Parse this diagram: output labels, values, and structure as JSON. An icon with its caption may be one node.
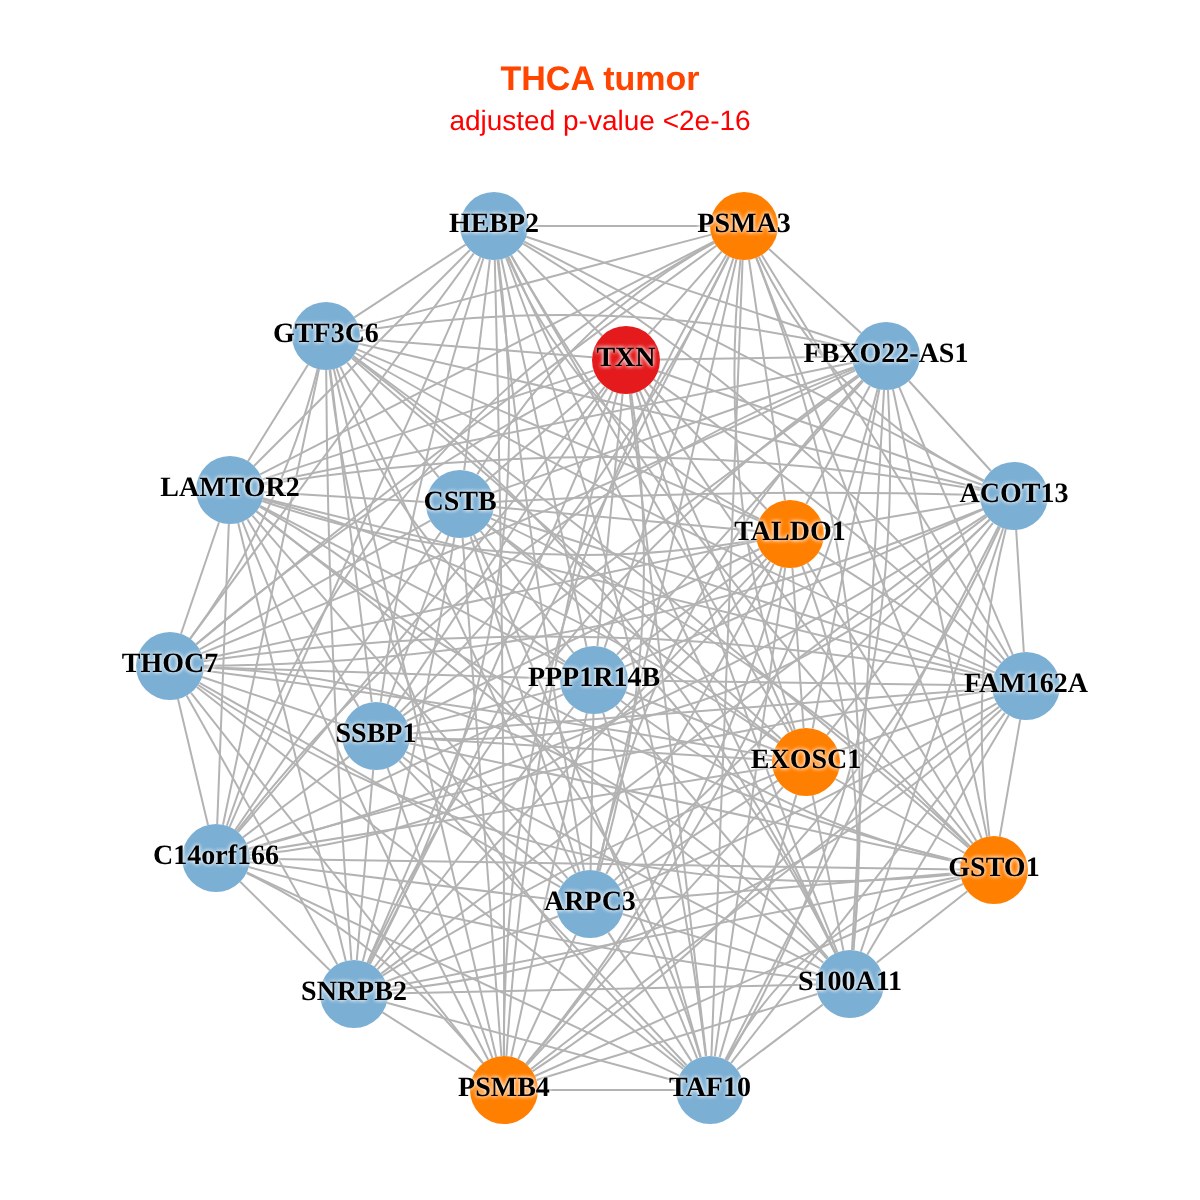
{
  "diagram": {
    "title": "THCA tumor",
    "caption": "adjusted p-value <2e-16",
    "nodes": [
      {
        "text": [
          "HEBP2"
        ]
      },
      {
        "text": [
          "PSMA3"
        ]
      },
      {
        "text": [
          "GTF3C6"
        ]
      },
      {
        "text": [
          "TXN"
        ]
      },
      {
        "text": [
          "FBXO22-AS1"
        ]
      },
      {
        "text": [
          "LAMTOR2"
        ]
      },
      {
        "text": [
          "CSTB"
        ]
      },
      {
        "text": [
          "ACOT13"
        ]
      },
      {
        "text": [
          "TALDO1"
        ]
      },
      {
        "text": [
          "THOC7"
        ]
      },
      {
        "text": [
          "PPP1R14B"
        ]
      },
      {
        "text": [
          "FAM162A"
        ]
      },
      {
        "text": [
          "SSBP1"
        ]
      },
      {
        "text": [
          "EXOSC1"
        ]
      },
      {
        "text": [
          "C14orf166"
        ]
      },
      {
        "text": [
          "GSTO1"
        ]
      },
      {
        "text": [
          "ARPC3"
        ]
      },
      {
        "text": [
          "SNRPB2"
        ]
      },
      {
        "text": [
          "S100A11"
        ]
      },
      {
        "text": [
          "PSMB4"
        ]
      },
      {
        "text": [
          "TAF10"
        ]
      }
    ],
    "edges": [
      {
        "from": 0,
        "to": 1,
        "arrow": "none"
      },
      {
        "from": 0,
        "to": 2,
        "arrow": "none"
      },
      {
        "from": 0,
        "to": 3,
        "arrow": "none"
      },
      {
        "from": 0,
        "to": 4,
        "arrow": "none"
      },
      {
        "from": 0,
        "to": 5,
        "arrow": "none"
      },
      {
        "from": 0,
        "to": 6,
        "arrow": "none"
      },
      {
        "from": 0,
        "to": 7,
        "arrow": "none"
      },
      {
        "from": 0,
        "to": 8,
        "arrow": "none"
      },
      {
        "from": 0,
        "to": 9,
        "arrow": "none"
      },
      {
        "from": 0,
        "to": 10,
        "arrow": "none"
      },
      {
        "from": 0,
        "to": 11,
        "arrow": "none"
      },
      {
        "from": 0,
        "to": 12,
        "arrow": "none"
      },
      {
        "from": 0,
        "to": 13,
        "arrow": "none"
      },
      {
        "from": 0,
        "to": 14,
        "arrow": "none"
      },
      {
        "from": 0,
        "to": 15,
        "arrow": "none"
      },
      {
        "from": 0,
        "to": 16,
        "arrow": "none"
      },
      {
        "from": 0,
        "to": 17,
        "arrow": "none"
      },
      {
        "from": 0,
        "to": 18,
        "arrow": "none"
      },
      {
        "from": 0,
        "to": 19,
        "arrow": "none"
      },
      {
        "from": 0,
        "to": 20,
        "arrow": "none"
      },
      {
        "from": 1,
        "to": 2,
        "arrow": "none"
      },
      {
        "from": 1,
        "to": 3,
        "arrow": "none"
      },
      {
        "from": 1,
        "to": 4,
        "arrow": "none"
      },
      {
        "from": 1,
        "to": 5,
        "arrow": "none"
      },
      {
        "from": 1,
        "to": 6,
        "arrow": "none"
      },
      {
        "from": 1,
        "to": 7,
        "arrow": "none"
      },
      {
        "from": 1,
        "to": 8,
        "arrow": "none"
      },
      {
        "from": 1,
        "to": 9,
        "arrow": "none"
      },
      {
        "from": 1,
        "to": 10,
        "arrow": "none"
      },
      {
        "from": 1,
        "to": 11,
        "arrow": "none"
      },
      {
        "from": 1,
        "to": 12,
        "arrow": "none"
      },
      {
        "from": 1,
        "to": 13,
        "arrow": "none"
      },
      {
        "from": 1,
        "to": 14,
        "arrow": "none"
      },
      {
        "from": 1,
        "to": 15,
        "arrow": "none"
      },
      {
        "from": 1,
        "to": 16,
        "arrow": "none"
      },
      {
        "from": 1,
        "to": 17,
        "arrow": "none"
      },
      {
        "from": 1,
        "to": 18,
        "arrow": "none"
      },
      {
        "from": 1,
        "to": 19,
        "arrow": "none"
      },
      {
        "from": 1,
        "to": 20,
        "arrow": "none"
      },
      {
        "from": 2,
        "to": 3,
        "arrow": "none"
      },
      {
        "from": 2,
        "to": 4,
        "arrow": "none"
      },
      {
        "from": 2,
        "to": 5,
        "arrow": "none"
      },
      {
        "from": 2,
        "to": 6,
        "arrow": "none"
      },
      {
        "from": 2,
        "to": 7,
        "arrow": "none"
      },
      {
        "from": 2,
        "to": 8,
        "arrow": "none"
      },
      {
        "from": 2,
        "to": 9,
        "arrow": "none"
      },
      {
        "from": 2,
        "to": 10,
        "arrow": "none"
      },
      {
        "from": 2,
        "to": 11,
        "arrow": "none"
      },
      {
        "from": 2,
        "to": 12,
        "arrow": "none"
      },
      {
        "from": 2,
        "to": 13,
        "arrow": "none"
      },
      {
        "from": 2,
        "to": 14,
        "arrow": "none"
      },
      {
        "from": 2,
        "to": 15,
        "arrow": "none"
      },
      {
        "from": 2,
        "to": 16,
        "arrow": "none"
      },
      {
        "from": 2,
        "to": 17,
        "arrow": "none"
      },
      {
        "from": 2,
        "to": 18,
        "arrow": "none"
      },
      {
        "from": 2,
        "to": 19,
        "arrow": "none"
      },
      {
        "from": 2,
        "to": 20,
        "arrow": "none"
      },
      {
        "from": 3,
        "to": 4,
        "arrow": "none"
      },
      {
        "from": 3,
        "to": 5,
        "arrow": "none"
      },
      {
        "from": 3,
        "to": 6,
        "arrow": "none"
      },
      {
        "from": 3,
        "to": 7,
        "arrow": "none"
      },
      {
        "from": 3,
        "to": 8,
        "arrow": "none"
      },
      {
        "from": 3,
        "to": 9,
        "arrow": "none"
      },
      {
        "from": 3,
        "to": 10,
        "arrow": "none"
      },
      {
        "from": 3,
        "to": 11,
        "arrow": "none"
      },
      {
        "from": 3,
        "to": 12,
        "arrow": "none"
      },
      {
        "from": 3,
        "to": 13,
        "arrow": "none"
      },
      {
        "from": 3,
        "to": 14,
        "arrow": "none"
      },
      {
        "from": 3,
        "to": 15,
        "arrow": "none"
      },
      {
        "from": 3,
        "to": 16,
        "arrow": "none"
      },
      {
        "from": 3,
        "to": 17,
        "arrow": "none"
      },
      {
        "from": 3,
        "to": 18,
        "arrow": "none"
      },
      {
        "from": 3,
        "to": 19,
        "arrow": "none"
      },
      {
        "from": 3,
        "to": 20,
        "arrow": "none"
      },
      {
        "from": 4,
        "to": 5,
        "arrow": "none"
      },
      {
        "from": 4,
        "to": 6,
        "arrow": "none"
      },
      {
        "from": 4,
        "to": 7,
        "arrow": "none"
      },
      {
        "from": 4,
        "to": 8,
        "arrow": "none"
      },
      {
        "from": 4,
        "to": 9,
        "arrow": "none"
      },
      {
        "from": 4,
        "to": 10,
        "arrow": "none"
      },
      {
        "from": 4,
        "to": 11,
        "arrow": "none"
      },
      {
        "from": 4,
        "to": 12,
        "arrow": "none"
      },
      {
        "from": 4,
        "to": 13,
        "arrow": "none"
      },
      {
        "from": 4,
        "to": 14,
        "arrow": "none"
      },
      {
        "from": 4,
        "to": 15,
        "arrow": "none"
      },
      {
        "from": 4,
        "to": 16,
        "arrow": "none"
      },
      {
        "from": 4,
        "to": 17,
        "arrow": "none"
      },
      {
        "from": 4,
        "to": 18,
        "arrow": "none"
      },
      {
        "from": 4,
        "to": 19,
        "arrow": "none"
      },
      {
        "from": 4,
        "to": 20,
        "arrow": "none"
      },
      {
        "from": 5,
        "to": 6,
        "arrow": "none"
      },
      {
        "from": 5,
        "to": 7,
        "arrow": "none"
      },
      {
        "from": 5,
        "to": 8,
        "arrow": "none"
      },
      {
        "from": 5,
        "to": 9,
        "arrow": "none"
      },
      {
        "from": 5,
        "to": 10,
        "arrow": "none"
      },
      {
        "from": 5,
        "to": 11,
        "arrow": "none"
      },
      {
        "from": 5,
        "to": 12,
        "arrow": "none"
      },
      {
        "from": 5,
        "to": 13,
        "arrow": "none"
      },
      {
        "from": 5,
        "to": 14,
        "arrow": "none"
      },
      {
        "from": 5,
        "to": 15,
        "arrow": "none"
      },
      {
        "from": 5,
        "to": 16,
        "arrow": "none"
      },
      {
        "from": 5,
        "to": 17,
        "arrow": "none"
      },
      {
        "from": 5,
        "to": 18,
        "arrow": "none"
      },
      {
        "from": 5,
        "to": 19,
        "arrow": "none"
      },
      {
        "from": 5,
        "to": 20,
        "arrow": "none"
      },
      {
        "from": 6,
        "to": 7,
        "arrow": "none"
      },
      {
        "from": 6,
        "to": 8,
        "arrow": "none"
      },
      {
        "from": 6,
        "to": 9,
        "arrow": "none"
      },
      {
        "from": 6,
        "to": 10,
        "arrow": "none"
      },
      {
        "from": 6,
        "to": 11,
        "arrow": "none"
      },
      {
        "from": 6,
        "to": 12,
        "arrow": "none"
      },
      {
        "from": 6,
        "to": 13,
        "arrow": "none"
      },
      {
        "from": 6,
        "to": 14,
        "arrow": "none"
      },
      {
        "from": 6,
        "to": 15,
        "arrow": "none"
      },
      {
        "from": 6,
        "to": 16,
        "arrow": "none"
      },
      {
        "from": 6,
        "to": 17,
        "arrow": "none"
      },
      {
        "from": 6,
        "to": 18,
        "arrow": "none"
      },
      {
        "from": 6,
        "to": 19,
        "arrow": "none"
      },
      {
        "from": 6,
        "to": 20,
        "arrow": "none"
      },
      {
        "from": 7,
        "to": 8,
        "arrow": "none"
      },
      {
        "from": 7,
        "to": 9,
        "arrow": "none"
      },
      {
        "from": 7,
        "to": 10,
        "arrow": "none"
      },
      {
        "from": 7,
        "to": 11,
        "arrow": "none"
      },
      {
        "from": 7,
        "to": 12,
        "arrow": "none"
      },
      {
        "from": 7,
        "to": 13,
        "arrow": "none"
      },
      {
        "from": 7,
        "to": 14,
        "arrow": "none"
      },
      {
        "from": 7,
        "to": 15,
        "arrow": "none"
      },
      {
        "from": 7,
        "to": 16,
        "arrow": "none"
      },
      {
        "from": 7,
        "to": 17,
        "arrow": "none"
      },
      {
        "from": 7,
        "to": 18,
        "arrow": "none"
      },
      {
        "from": 7,
        "to": 19,
        "arrow": "none"
      },
      {
        "from": 7,
        "to": 20,
        "arrow": "none"
      },
      {
        "from": 8,
        "to": 9,
        "arrow": "none"
      },
      {
        "from": 8,
        "to": 10,
        "arrow": "none"
      },
      {
        "from": 8,
        "to": 11,
        "arrow": "none"
      },
      {
        "from": 8,
        "to": 12,
        "arrow": "none"
      },
      {
        "from": 8,
        "to": 13,
        "arrow": "none"
      },
      {
        "from": 8,
        "to": 14,
        "arrow": "none"
      },
      {
        "from": 8,
        "to": 15,
        "arrow": "none"
      },
      {
        "from": 8,
        "to": 16,
        "arrow": "none"
      },
      {
        "from": 8,
        "to": 17,
        "arrow": "none"
      },
      {
        "from": 8,
        "to": 18,
        "arrow": "none"
      },
      {
        "from": 8,
        "to": 19,
        "arrow": "none"
      },
      {
        "from": 8,
        "to": 20,
        "arrow": "none"
      },
      {
        "from": 9,
        "to": 10,
        "arrow": "none"
      },
      {
        "from": 9,
        "to": 11,
        "arrow": "none"
      },
      {
        "from": 9,
        "to": 12,
        "arrow": "none"
      },
      {
        "from": 9,
        "to": 13,
        "arrow": "none"
      },
      {
        "from": 9,
        "to": 14,
        "arrow": "none"
      },
      {
        "from": 9,
        "to": 15,
        "arrow": "none"
      },
      {
        "from": 9,
        "to": 16,
        "arrow": "none"
      },
      {
        "from": 9,
        "to": 17,
        "arrow": "none"
      },
      {
        "from": 9,
        "to": 18,
        "arrow": "none"
      },
      {
        "from": 9,
        "to": 19,
        "arrow": "none"
      },
      {
        "from": 9,
        "to": 20,
        "arrow": "none"
      },
      {
        "from": 10,
        "to": 11,
        "arrow": "none"
      },
      {
        "from": 10,
        "to": 12,
        "arrow": "none"
      },
      {
        "from": 10,
        "to": 13,
        "arrow": "none"
      },
      {
        "from": 10,
        "to": 14,
        "arrow": "none"
      },
      {
        "from": 10,
        "to": 15,
        "arrow": "none"
      },
      {
        "from": 10,
        "to": 16,
        "arrow": "none"
      },
      {
        "from": 10,
        "to": 17,
        "arrow": "none"
      },
      {
        "from": 10,
        "to": 18,
        "arrow": "none"
      },
      {
        "from": 10,
        "to": 19,
        "arrow": "none"
      },
      {
        "from": 10,
        "to": 20,
        "arrow": "none"
      },
      {
        "from": 11,
        "to": 12,
        "arrow": "none"
      },
      {
        "from": 11,
        "to": 13,
        "arrow": "none"
      },
      {
        "from": 11,
        "to": 14,
        "arrow": "none"
      },
      {
        "from": 11,
        "to": 15,
        "arrow": "none"
      },
      {
        "from": 11,
        "to": 16,
        "arrow": "none"
      },
      {
        "from": 11,
        "to": 17,
        "arrow": "none"
      },
      {
        "from": 11,
        "to": 18,
        "arrow": "none"
      },
      {
        "from": 11,
        "to": 19,
        "arrow": "none"
      },
      {
        "from": 11,
        "to": 20,
        "arrow": "none"
      },
      {
        "from": 12,
        "to": 13,
        "arrow": "none"
      },
      {
        "from": 12,
        "to": 14,
        "arrow": "none"
      },
      {
        "from": 12,
        "to": 15,
        "arrow": "none"
      },
      {
        "from": 12,
        "to": 16,
        "arrow": "none"
      },
      {
        "from": 12,
        "to": 17,
        "arrow": "none"
      },
      {
        "from": 12,
        "to": 18,
        "arrow": "none"
      },
      {
        "from": 12,
        "to": 19,
        "arrow": "none"
      },
      {
        "from": 12,
        "to": 20,
        "arrow": "none"
      },
      {
        "from": 13,
        "to": 14,
        "arrow": "none"
      },
      {
        "from": 13,
        "to": 15,
        "arrow": "none"
      },
      {
        "from": 13,
        "to": 16,
        "arrow": "none"
      },
      {
        "from": 13,
        "to": 17,
        "arrow": "none"
      },
      {
        "from": 13,
        "to": 18,
        "arrow": "none"
      },
      {
        "from": 13,
        "to": 19,
        "arrow": "none"
      },
      {
        "from": 13,
        "to": 20,
        "arrow": "none"
      },
      {
        "from": 14,
        "to": 15,
        "arrow": "none"
      },
      {
        "from": 14,
        "to": 16,
        "arrow": "none"
      },
      {
        "from": 14,
        "to": 17,
        "arrow": "none"
      },
      {
        "from": 14,
        "to": 18,
        "arrow": "none"
      },
      {
        "from": 14,
        "to": 19,
        "arrow": "none"
      },
      {
        "from": 14,
        "to": 20,
        "arrow": "none"
      },
      {
        "from": 15,
        "to": 16,
        "arrow": "none"
      },
      {
        "from": 15,
        "to": 17,
        "arrow": "none"
      },
      {
        "from": 15,
        "to": 18,
        "arrow": "none"
      },
      {
        "from": 15,
        "to": 19,
        "arrow": "none"
      },
      {
        "from": 15,
        "to": 20,
        "arrow": "none"
      },
      {
        "from": 16,
        "to": 17,
        "arrow": "none"
      },
      {
        "from": 16,
        "to": 18,
        "arrow": "none"
      },
      {
        "from": 16,
        "to": 19,
        "arrow": "none"
      },
      {
        "from": 16,
        "to": 20,
        "arrow": "none"
      },
      {
        "from": 17,
        "to": 18,
        "arrow": "none"
      },
      {
        "from": 17,
        "to": 19,
        "arrow": "none"
      },
      {
        "from": 17,
        "to": 20,
        "arrow": "none"
      },
      {
        "from": 18,
        "to": 19,
        "arrow": "none"
      },
      {
        "from": 18,
        "to": 20,
        "arrow": "none"
      },
      {
        "from": 19,
        "to": 20,
        "arrow": "none"
      }
    ]
  }
}
